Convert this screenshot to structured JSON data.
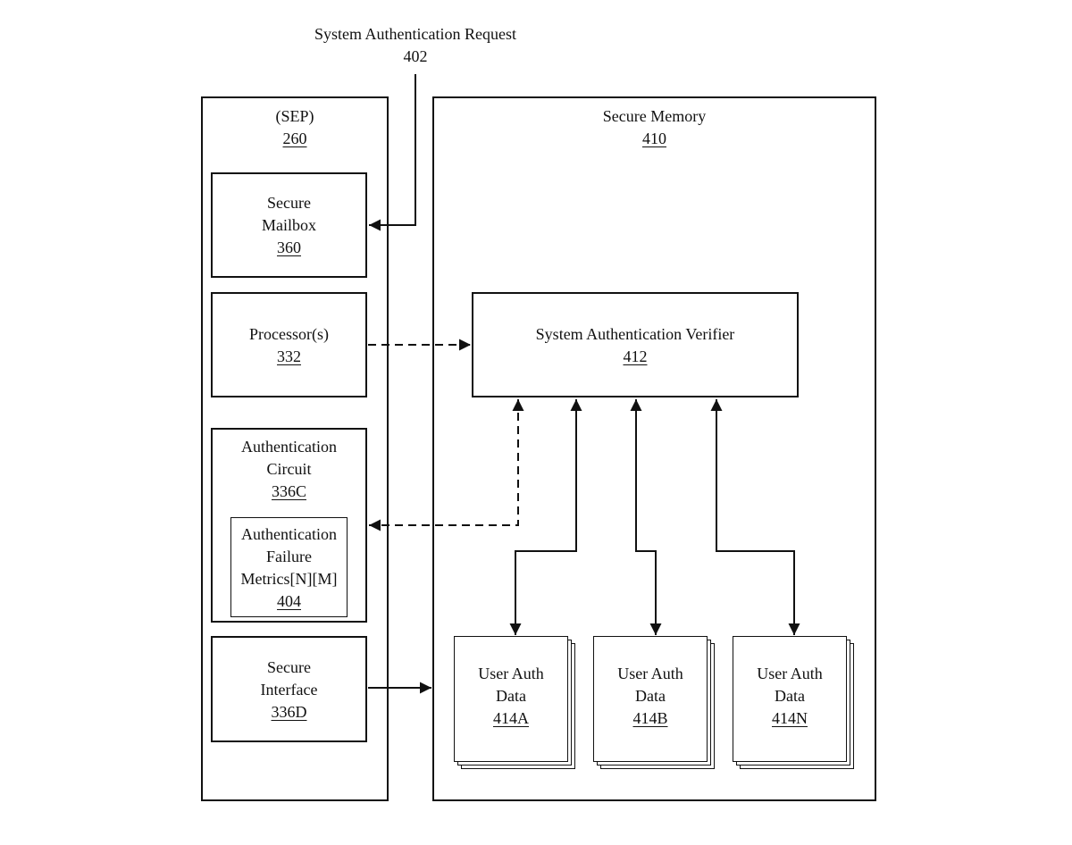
{
  "request": {
    "label": "System Authentication Request",
    "ref": "402"
  },
  "sep": {
    "label": "(SEP)",
    "ref": "260"
  },
  "mailbox": {
    "line1": "Secure",
    "line2": "Mailbox",
    "ref": "360"
  },
  "processor": {
    "label": "Processor(s)",
    "ref": "332"
  },
  "auth_circuit": {
    "line1": "Authentication",
    "line2": "Circuit",
    "ref": "336C"
  },
  "failure_metrics": {
    "line1": "Authentication",
    "line2": "Failure",
    "line3": "Metrics[N][M]",
    "ref": "404"
  },
  "secure_interface": {
    "line1": "Secure",
    "line2": "Interface",
    "ref": "336D"
  },
  "secure_memory": {
    "label": "Secure Memory",
    "ref": "410"
  },
  "verifier": {
    "label": "System Authentication Verifier",
    "ref": "412"
  },
  "user_auth": [
    {
      "line1": "User Auth",
      "line2": "Data",
      "ref": "414A"
    },
    {
      "line1": "User Auth",
      "line2": "Data",
      "ref": "414B"
    },
    {
      "line1": "User Auth",
      "line2": "Data",
      "ref": "414N"
    }
  ]
}
